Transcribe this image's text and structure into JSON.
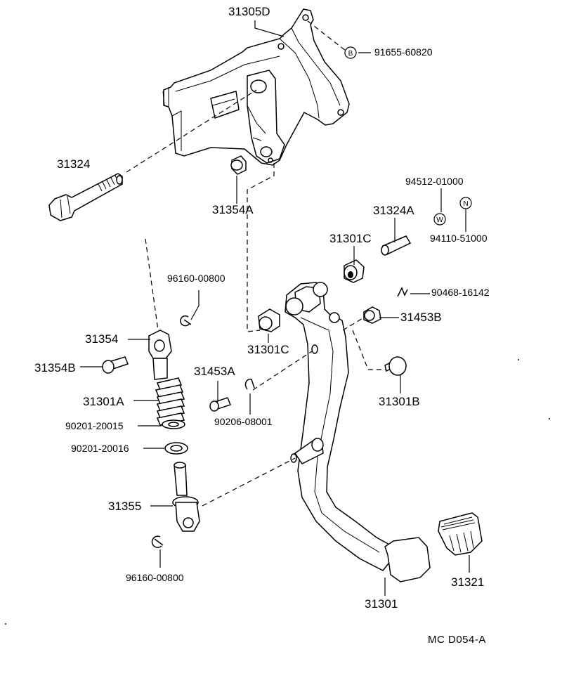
{
  "labels": {
    "p31305D": "31305D",
    "p91655": "91655-60820",
    "p31324": "31324",
    "p31354A": "31354A",
    "p94512": "94512-01000",
    "p31324A": "31324A",
    "p94110": "94110-51000",
    "p31301C_top": "31301C",
    "p90468": "90468-16142",
    "p96160_top": "96160-00800",
    "p31453B": "31453B",
    "p31354": "31354",
    "p31301C_mid": "31301C",
    "p31354B": "31354B",
    "p31453A": "31453A",
    "p31301B": "31301B",
    "p31301A": "31301A",
    "p90206": "90206-08001",
    "p90201_15": "90201-20015",
    "p90201_16": "90201-20016",
    "p31355": "31355",
    "p96160_bot": "96160-00800",
    "p31321": "31321",
    "p31301": "31301",
    "code": "MC  D054-A"
  },
  "badges": {
    "b": "B",
    "w": "W",
    "n": "N"
  }
}
